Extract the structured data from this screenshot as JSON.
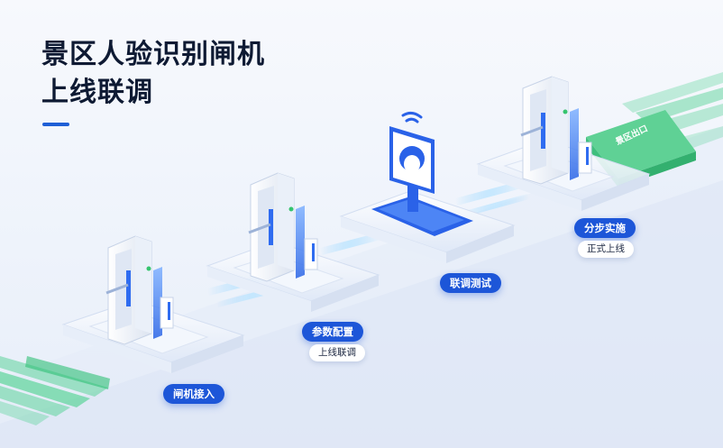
{
  "title": {
    "line1": "景区人验识别闸机",
    "line2": "上线联调"
  },
  "steps": [
    {
      "label": "闸机接入",
      "sub": ""
    },
    {
      "label": "参数配置",
      "sub": "上线联调"
    },
    {
      "label": "联调测试",
      "sub": ""
    },
    {
      "label": "分步实施",
      "sub": "正式上线"
    }
  ],
  "exit_sign": "景区出口",
  "colors": {
    "accent": "#1d56d8",
    "green": "#4fcf8e",
    "title": "#0e1a33"
  }
}
